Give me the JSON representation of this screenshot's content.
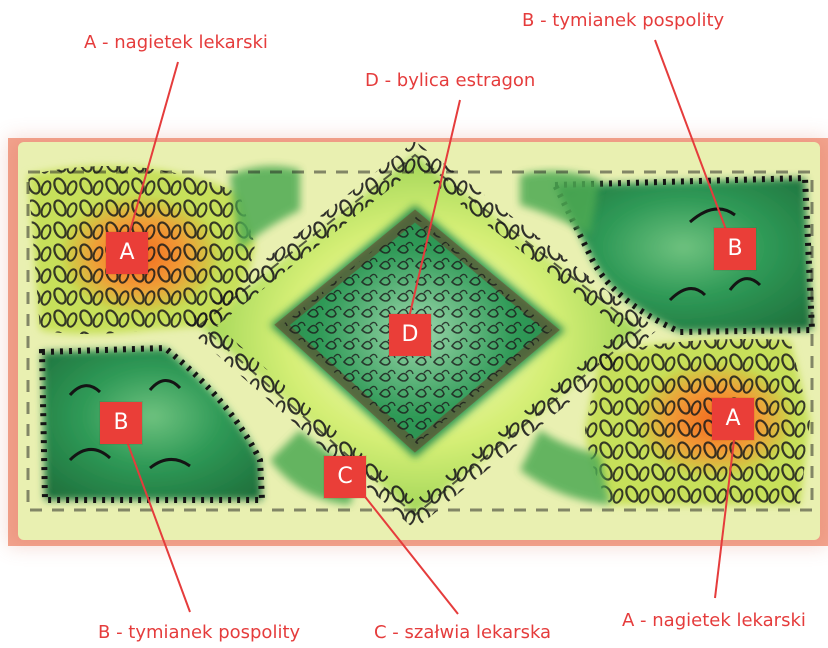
{
  "callouts": {
    "a_top": "A - nagietek lekarski",
    "b_top": "B - tymianek pospolity",
    "d_top": "D - bylica estragon",
    "b_bottom": "B - tymianek pospolity",
    "c_bottom": "C - szałwia lekarska",
    "a_bottom": "A - nagietek lekarski"
  },
  "badges": {
    "a1": "A",
    "b1": "B",
    "d": "D",
    "b2": "B",
    "c": "C",
    "a2": "A"
  },
  "colors": {
    "label_red": "#e53c3c",
    "badge_red": "#ea3e38",
    "border_brick": "#eca08a",
    "hedge_green": "#2f8f4a",
    "light_green": "#b9e05a",
    "calendula_orange": "#f07a2a",
    "path_brown": "#8a5a3a"
  }
}
